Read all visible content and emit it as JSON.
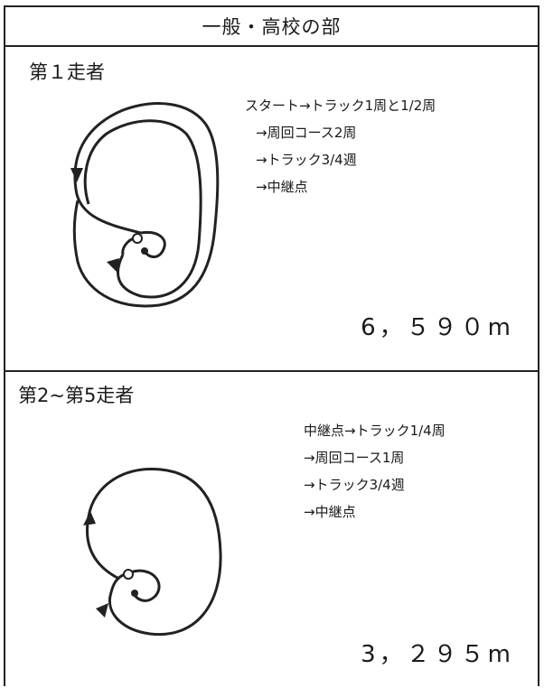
{
  "header": {
    "title": "一般・高校の部"
  },
  "sections": [
    {
      "runner": "第１走者",
      "route": [
        "スタート→トラック1周と1/2周",
        "→周回コース2周",
        "→トラック3/4週",
        "→中継点"
      ],
      "distance": "6，５９０m"
    },
    {
      "runner": "第2~第5走者",
      "route": [
        "中継点→トラック1/4周",
        "→周回コース1周",
        "→トラック3/4週",
        "→中継点"
      ],
      "distance": "3，２９５m"
    }
  ],
  "colors": {
    "line": "#222222",
    "text": "#1a1a1a"
  }
}
